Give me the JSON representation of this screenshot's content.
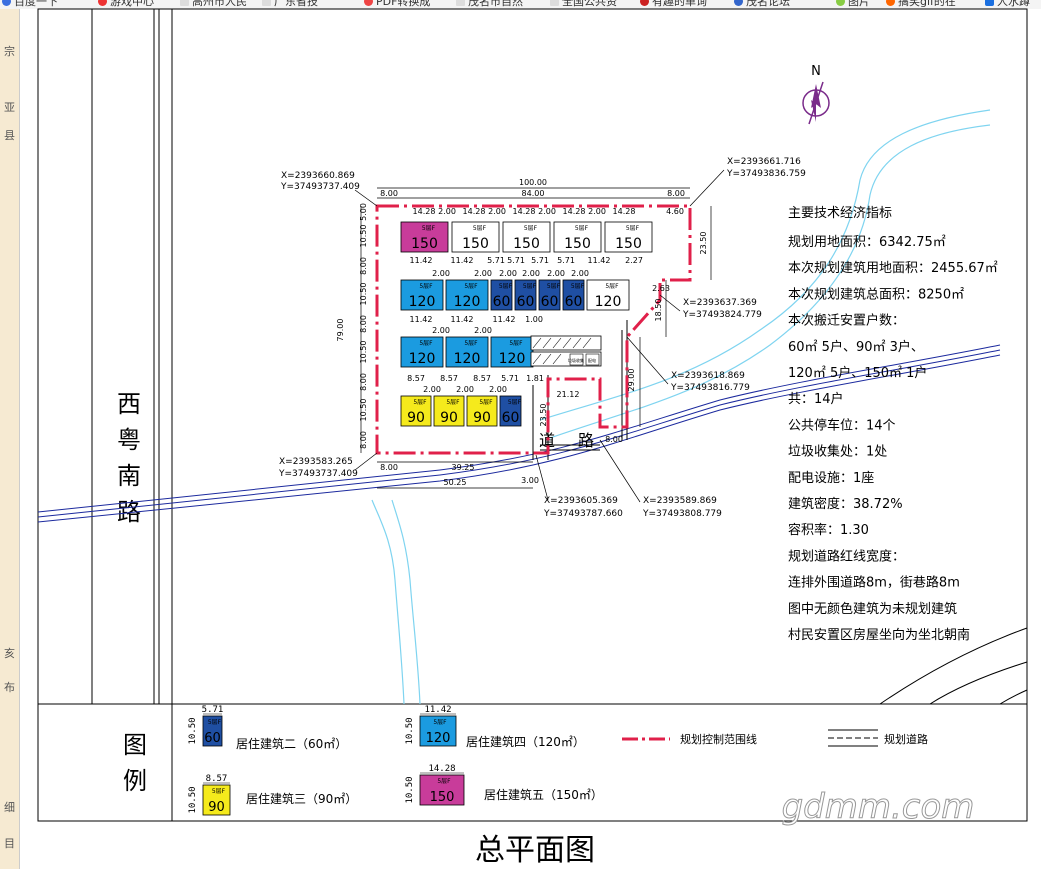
{
  "browser": {
    "bookmarks": [
      "百度一下",
      "游戏中心",
      "高州市人民",
      "广东省技",
      "PDF转换成",
      "茂名市自然",
      "全国公共资",
      "有趣的单询",
      "茂名论坛",
      "图片",
      "搞笑gif的在",
      "人水蹲"
    ]
  },
  "left_strip": {
    "chars": [
      "宗",
      "亚",
      "县",
      "亥",
      "布",
      "细",
      "目"
    ]
  },
  "map": {
    "road_west": "西粤南路",
    "road_inner": [
      "道",
      "路"
    ],
    "north_label": "N",
    "dims": {
      "top_total": "100.00",
      "top_mid": "84.00",
      "top_left": "8.00",
      "top_right": "8.00",
      "row1_widths": [
        "14.28",
        "2.00",
        "14.28",
        "2.00",
        "14.28",
        "2.00",
        "14.28",
        "2.00",
        "14.28"
      ],
      "row1_gap": "4.60",
      "left_vertical": [
        "5.00",
        "10.50",
        "8.00",
        "10.50",
        "8.00",
        "10.50",
        "8.00",
        "10.50",
        "8.00"
      ],
      "left_total": "79.00",
      "row2_widths": [
        "11.42",
        "11.42",
        "5.71",
        "5.71",
        "5.71",
        "5.71",
        "11.42",
        "2.27"
      ],
      "row2_gaps": [
        "2.00",
        "2.00",
        "2.00",
        "2.00",
        "2.00",
        "2.00"
      ],
      "row3_widths": [
        "11.42",
        "11.42",
        "11.42",
        "1.00"
      ],
      "row3_gaps": [
        "2.00",
        "2.00"
      ],
      "row4_widths": [
        "8.57",
        "8.57",
        "8.57",
        "5.71",
        "1.81"
      ],
      "row4_gaps": [
        "2.00",
        "2.00",
        "2.00"
      ],
      "right_v1": "23.50",
      "right_v2": "18.50",
      "right_v3": "29.00",
      "right_small": "2.63",
      "road_w": "21.12",
      "road_v": "23.50",
      "road_small": "8.00",
      "bottom_left": "8.00",
      "bottom_mid": "39.25",
      "bottom_total": "50.25",
      "bottom_right": "3.00"
    },
    "coords": [
      {
        "x": "X=2393660.869",
        "y": "Y=37493737.409"
      },
      {
        "x": "X=2393661.716",
        "y": "Y=37493836.759"
      },
      {
        "x": "X=2393637.369",
        "y": "Y=37493824.779"
      },
      {
        "x": "X=2393618.869",
        "y": "Y=37493816.779"
      },
      {
        "x": "X=2393583.265",
        "y": "Y=37493737.409"
      },
      {
        "x": "X=2393605.369",
        "y": "Y=37493787.660"
      },
      {
        "x": "X=2393589.869",
        "y": "Y=37493808.779"
      }
    ],
    "floor_tag": "5层F",
    "row1": [
      "150",
      "150",
      "150",
      "150",
      "150"
    ],
    "row2": [
      "120",
      "120",
      "60",
      "60",
      "60",
      "60",
      "120"
    ],
    "row3": [
      "120",
      "120",
      "120"
    ],
    "row4": [
      "90",
      "90",
      "90",
      "60"
    ],
    "facility_labels": [
      "垃圾收集",
      "配电"
    ]
  },
  "indicators": {
    "title": "主要技术经济指标",
    "lines": [
      "规划用地面积：6342.75㎡",
      "本次规划建筑用地面积：2455.67㎡",
      "本次规划建筑总面积：8250㎡",
      "本次搬迁安置户数：",
      "60㎡ 5户、90㎡ 3户、",
      "120㎡ 5户、150㎡ 1户",
      "共：14户",
      "公共停车位：14个",
      "垃圾收集处：1处",
      "配电设施：1座",
      "建筑密度：38.72%",
      "容积率：1.30",
      "规划道路红线宽度：",
      "连排外围道路8m，街巷路8m",
      "图中无颜色建筑为未规划建筑",
      "村民安置区房屋坐向为坐北朝南"
    ]
  },
  "legend": {
    "heading": "图例",
    "items": [
      {
        "num": "60",
        "w": "5.71",
        "h": "10.50",
        "label": "居住建筑二（60㎡）",
        "color": "#1f4fa3"
      },
      {
        "num": "90",
        "w": "8.57",
        "h": "10.50",
        "label": "居住建筑三（90㎡）",
        "color": "#f5ea1c"
      },
      {
        "num": "120",
        "w": "11.42",
        "h": "10.50",
        "label": "居住建筑四（120㎡）",
        "color": "#1b9be0"
      },
      {
        "num": "150",
        "w": "14.28",
        "h": "10.50",
        "label": "居住建筑五（150㎡）",
        "color": "#c83c9a"
      }
    ],
    "boundary_label": "规划控制范围线",
    "road_label": "规划道路"
  },
  "drawing_title": "总平面图",
  "watermark": "gdmm.com",
  "colors": {
    "c60": "#1f4fa3",
    "c90": "#f5ea1c",
    "c120": "#1b9be0",
    "c150": "#c83c9a",
    "boundary": "#e0204a",
    "river": "#7fd4f0",
    "road_line": "#1c2a9e"
  }
}
